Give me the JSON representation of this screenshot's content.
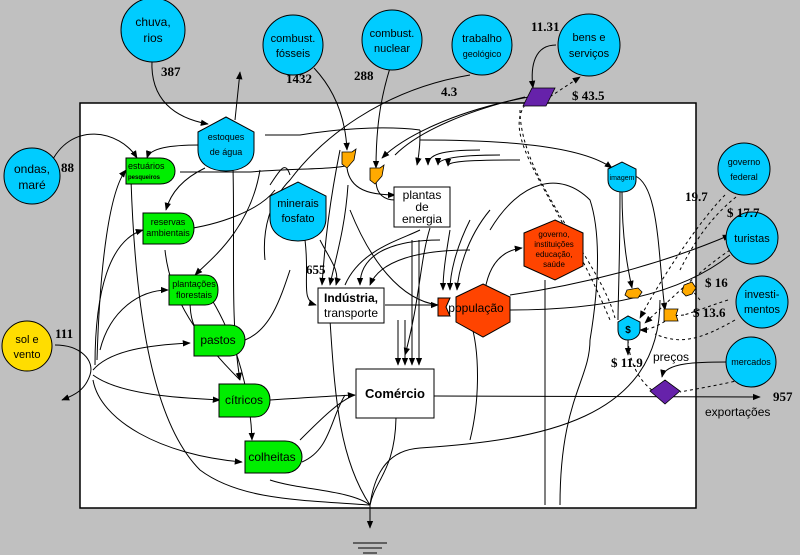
{
  "diagram": {
    "title": "Emergy system diagram",
    "colors": {
      "background": "#c0c0c0",
      "system_box": "#ffffff",
      "source": "#00ccff",
      "sun_source": "#ffdd00",
      "producer": "#00ee00",
      "consumer": "#ff4400",
      "interaction": "#ffaa00",
      "transaction": "#6622aa"
    },
    "sources": {
      "chuva": {
        "line1": "chuva,",
        "line2": "rios"
      },
      "combust_fosseis": {
        "line1": "combust.",
        "line2": "fósseis"
      },
      "combust_nuclear": {
        "line1": "combust.",
        "line2": "nuclear"
      },
      "trabalho_geologico": {
        "line1": "trabalho",
        "line2": "geológico"
      },
      "bens_servicos": {
        "line1": "bens e",
        "line2": "serviços"
      },
      "ondas_mare": {
        "line1": "ondas,",
        "line2": "maré"
      },
      "sol_vento": {
        "line1": "sol e",
        "line2": "vento"
      },
      "governo_federal": {
        "line1": "governo",
        "line2": "federal"
      },
      "turistas": {
        "line1": "turistas"
      },
      "investimentos": {
        "line1": "investi-",
        "line2": "mentos"
      },
      "mercados": {
        "line1": "mercados"
      }
    },
    "storages": {
      "estoques_agua": {
        "line1": "estoques",
        "line2": "de água"
      },
      "minerais_fosfato": {
        "line1": "minerais",
        "line2": "fosfato"
      },
      "imagem": {
        "line1": "imagem"
      },
      "dinheiro": {
        "line1": "$"
      }
    },
    "producers": {
      "estuarios": {
        "line1": "estuários",
        "line2": "pesqueiros"
      },
      "reservas": {
        "line1": "reservas",
        "line2": "ambientais"
      },
      "plantacoes": {
        "line1": "plantações",
        "line2": "florestais"
      },
      "pastos": {
        "line1": "pastos"
      },
      "citricos": {
        "line1": "cítricos"
      },
      "colheitas": {
        "line1": "colheitas"
      }
    },
    "boxes": {
      "plantas_energia": {
        "line1": "plantas",
        "line2": "de",
        "line3": "energia"
      },
      "industria": {
        "line1": "Indústria,",
        "line2": "transporte"
      },
      "comercio": {
        "line1": "Comércio"
      }
    },
    "consumers": {
      "populacao": {
        "line1": "população"
      },
      "governo_inst": {
        "line1": "governo,",
        "line2": "instituições",
        "line3": "educação,",
        "line4": "saúde"
      }
    },
    "flow_values": {
      "chuva": "387",
      "combust_fosseis": "1432",
      "combust_nuclear": "288",
      "trabalho_geologico": "4.3",
      "bens_servicos": "11.31",
      "bens_pagamento": "$ 43.5",
      "ondas": "88",
      "sol": "111",
      "industria_in": "655",
      "governo_federal": "19.7",
      "governo_pagamento": "$ 17.7",
      "turistas_pagamento": "$ 16",
      "investimentos_pagamento": "$ 13.6",
      "precos_pagamento": "$ 11.9",
      "exportacoes": "957"
    },
    "annotations": {
      "precos": "preços",
      "exportacoes": "exportações",
      "dinheiro_symbol": "$"
    }
  }
}
